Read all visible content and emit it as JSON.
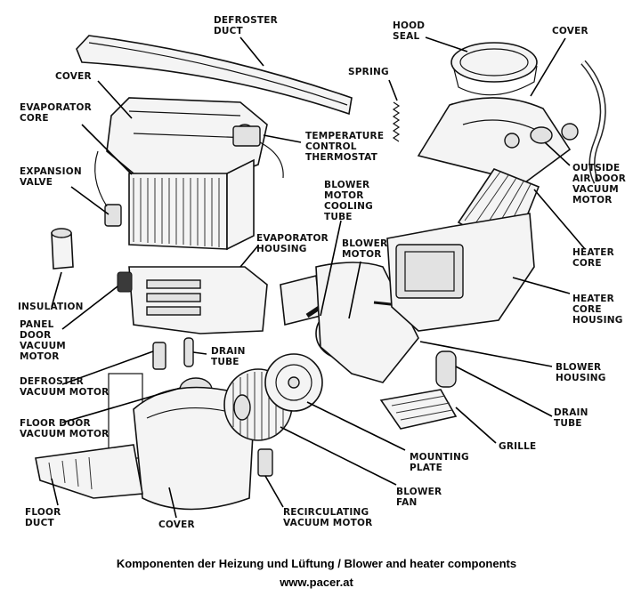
{
  "labels": {
    "defroster_duct": "DEFROSTER\nDUCT",
    "hood_seal": "HOOD\nSEAL",
    "cover_top_right": "COVER",
    "cover_left": "COVER",
    "spring": "SPRING",
    "evaporator_core": "EVAPORATOR\nCORE",
    "temperature_control_thermostat": "TEMPERATURE\nCONTROL\nTHERMOSTAT",
    "outside_air_door_vacuum_motor": "OUTSIDE\nAIR DOOR\nVACUUM\nMOTOR",
    "expansion_valve": "EXPANSION\nVALVE",
    "blower_motor_cooling_tube": "BLOWER\nMOTOR\nCOOLING\nTUBE",
    "heater_core": "HEATER\nCORE",
    "evaporator_housing": "EVAPORATOR\nHOUSING",
    "blower_motor": "BLOWER\nMOTOR",
    "insulation": "INSULATION",
    "heater_core_housing": "HEATER\nCORE\nHOUSING",
    "panel_door_vacuum_motor": "PANEL\nDOOR\nVACUUM\nMOTOR",
    "drain_tube_left": "DRAIN\nTUBE",
    "blower_housing": "BLOWER\nHOUSING",
    "defroster_vacuum_motor": "DEFROSTER\nVACUUM MOTOR",
    "drain_tube_right": "DRAIN\nTUBE",
    "floor_door_vacuum_motor": "FLOOR DOOR\nVACUUM MOTOR",
    "grille": "GRILLE",
    "mounting_plate": "MOUNTING\nPLATE",
    "floor_duct": "FLOOR\nDUCT",
    "blower_fan": "BLOWER\nFAN",
    "cover_bottom": "COVER",
    "recirculating_vacuum_motor": "RECIRCULATING\nVACUUM MOTOR"
  },
  "caption": {
    "title": "Komponenten der Heizung und Lüftung / Blower and heater components",
    "url": "www.pacer.at"
  }
}
